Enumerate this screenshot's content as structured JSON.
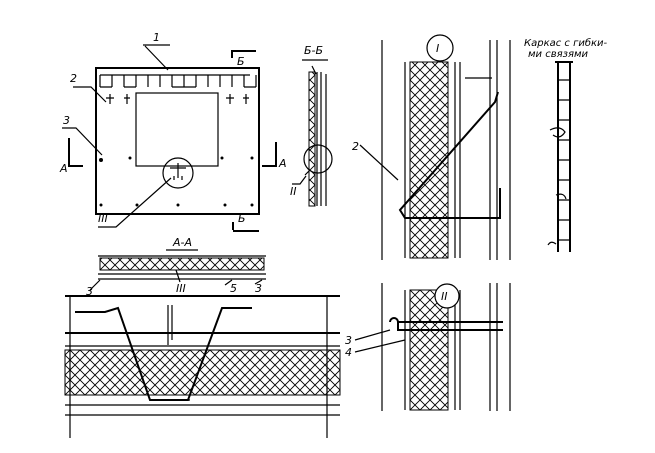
{
  "panel_view": {
    "pos1": "1",
    "pos2": "2",
    "pos3": "3",
    "sectionA_left": "А",
    "sectionA_right": "А",
    "sectionB_top": "Б",
    "sectionB_bottom": "Б",
    "detail3": "III"
  },
  "section_bb": {
    "title": "Б-Б",
    "detail2": "II"
  },
  "section_aa": {
    "title": "А-А",
    "pos3_left": "3",
    "detail3": "III",
    "pos5": "5",
    "pos3_right": "3"
  },
  "detail_1": {
    "title": "I",
    "pos2": "2"
  },
  "detail_2": {
    "title": "II",
    "pos3": "3",
    "pos4": "4"
  },
  "frame_caption": {
    "line1": "Каркас с гибки-",
    "line2": "ми связями"
  }
}
